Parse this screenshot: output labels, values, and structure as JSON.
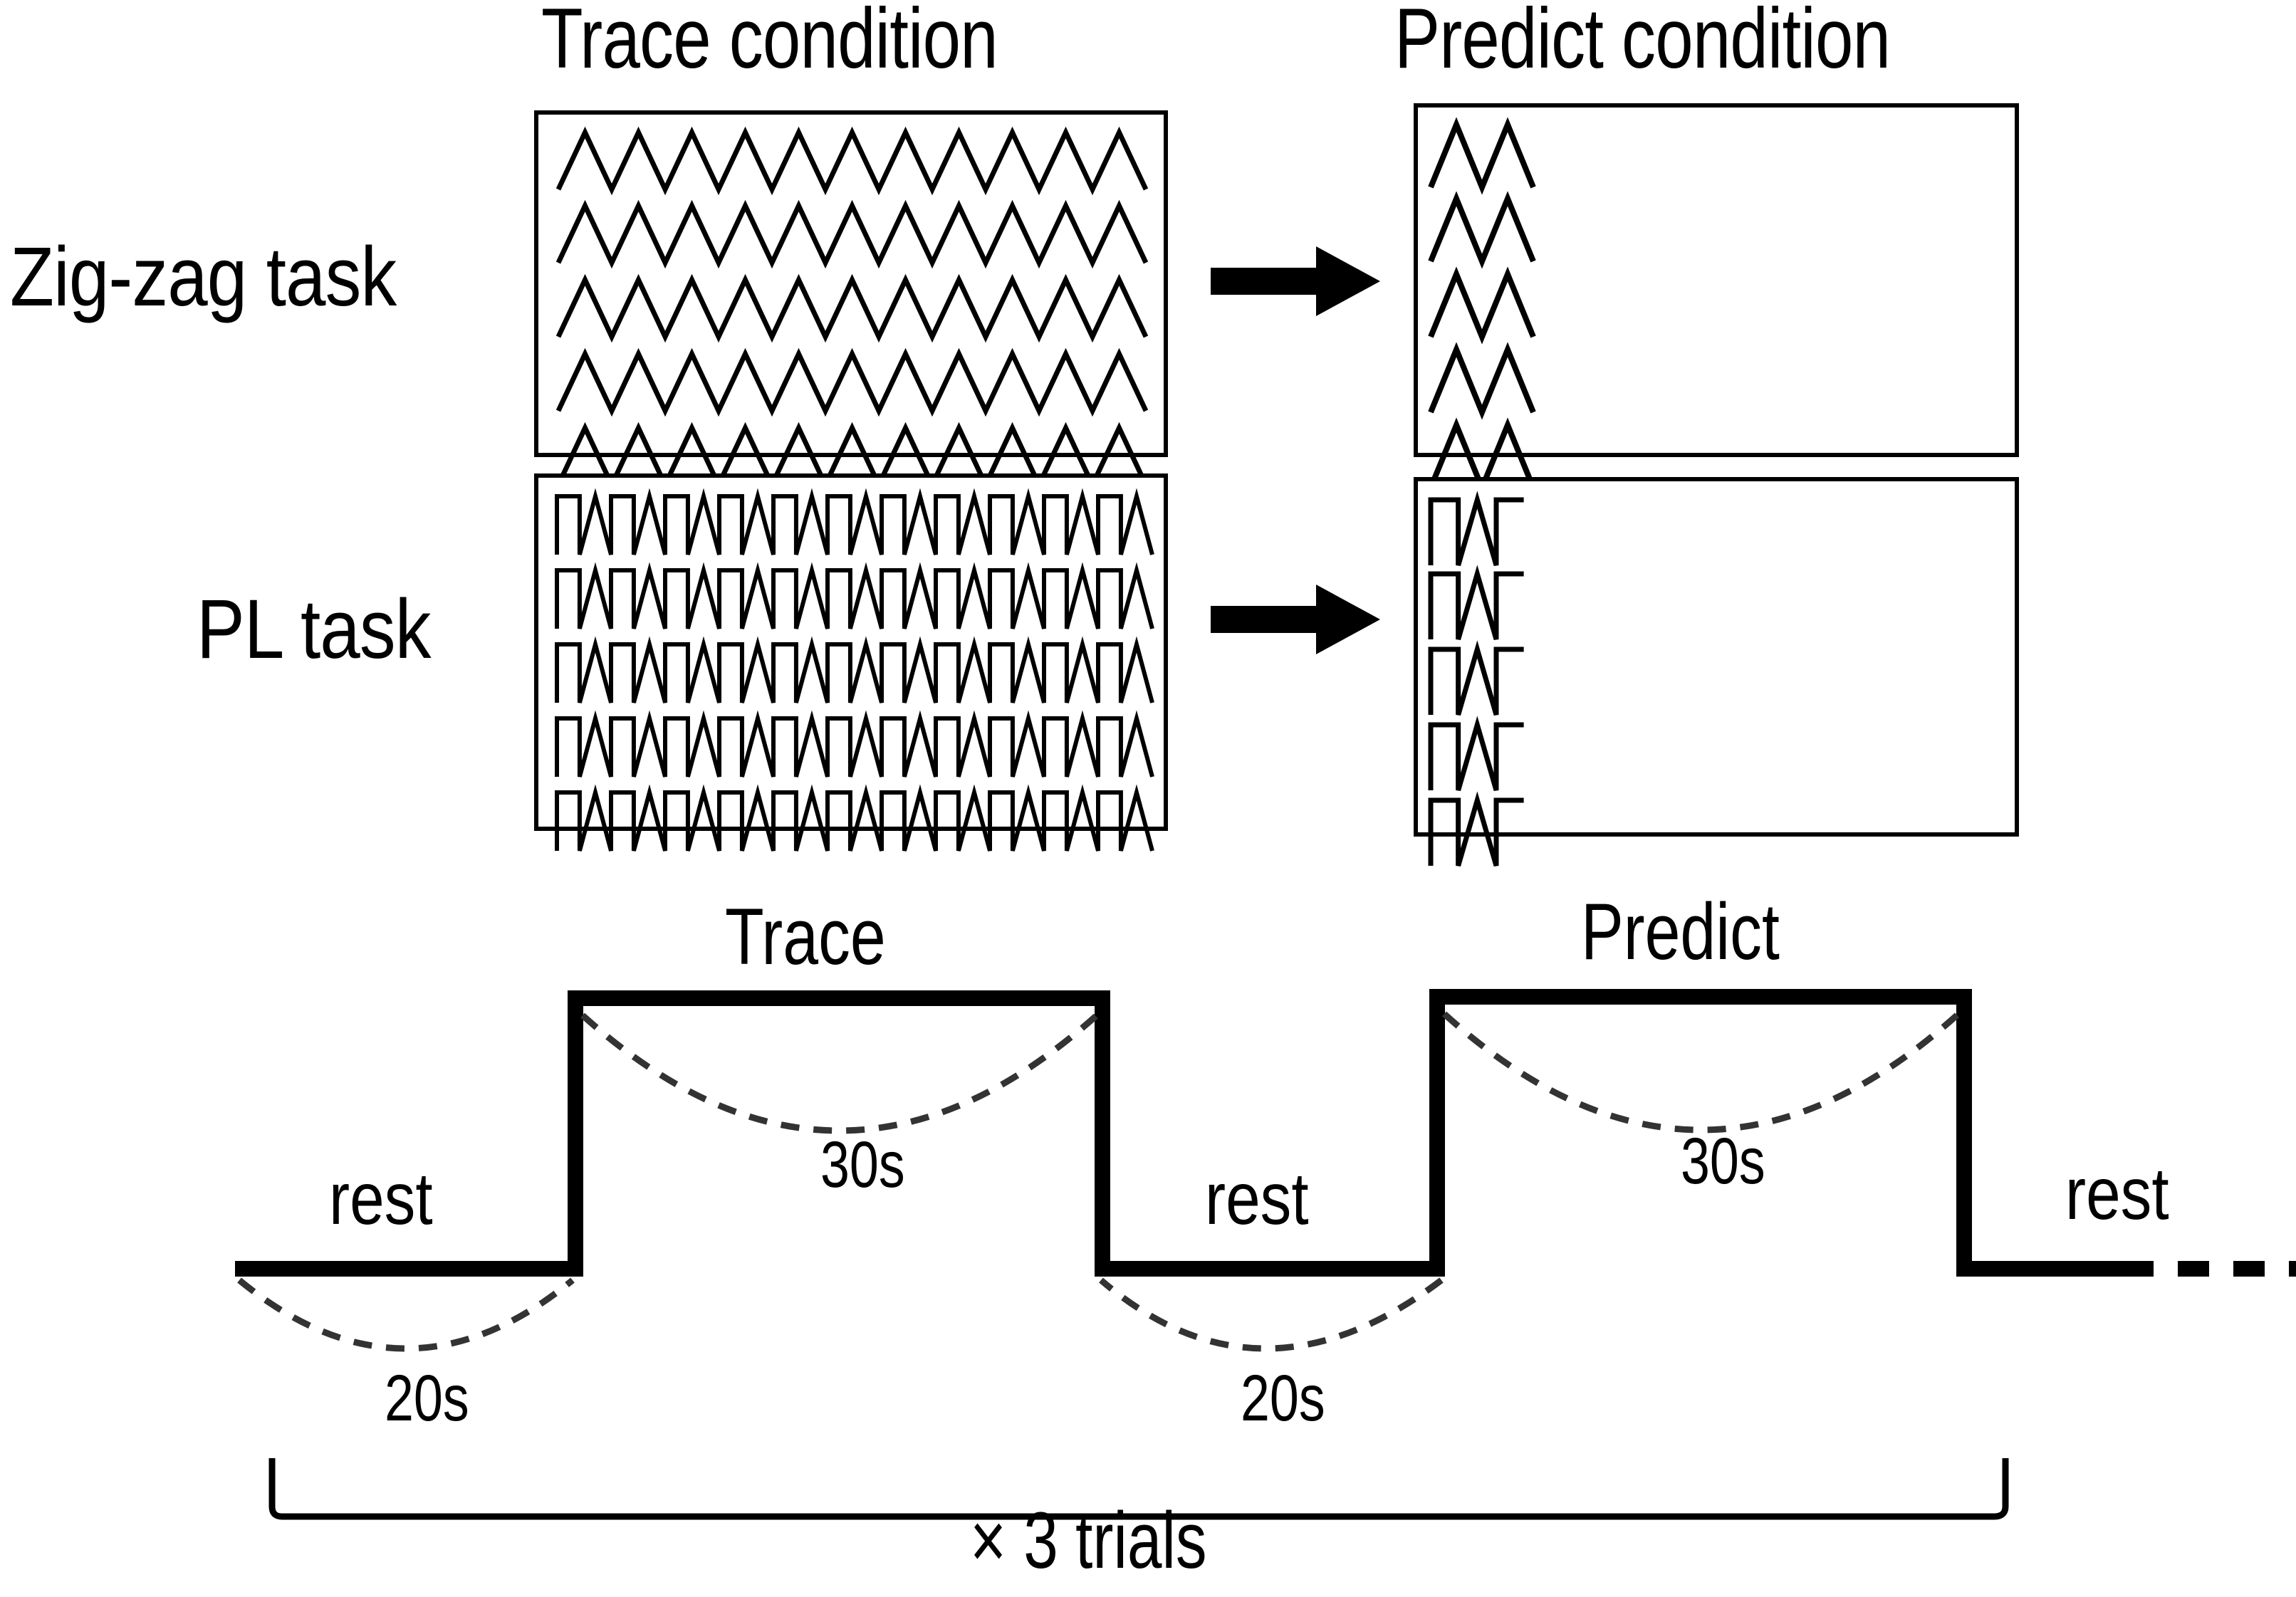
{
  "figure": {
    "kind": "experimental-paradigm-diagram",
    "background": "#ffffff",
    "ink": "#000000"
  },
  "column_headers": {
    "trace": "Trace condition",
    "predict": "Predict condition"
  },
  "row_labels": {
    "zigzag": "Zig-zag task",
    "pl": "PL task"
  },
  "arrows": {
    "zigzag_arrow": "arrow-right",
    "pl_arrow": "arrow-right"
  },
  "stimuli": {
    "zigzag_trace": {
      "shape": "zigzag",
      "rows": 5,
      "peaks_per_row": 11,
      "description": "full-width continuous zig-zag lines to trace"
    },
    "zigzag_predict": {
      "shape": "zigzag",
      "rows": 5,
      "peaks_per_row": 2,
      "description": "short zig-zag cue; remainder to be predicted"
    },
    "pl_trace": {
      "shape": "pl-wave",
      "rows": 5,
      "units_per_row": 11,
      "description": "full-width alternating square-and-triangle (PL) lines to trace"
    },
    "pl_predict": {
      "shape": "pl-wave",
      "rows": 5,
      "units_per_row": 2,
      "description": "short PL cue; remainder to be predicted"
    }
  },
  "timeline": {
    "blocks": [
      {
        "name": "rest-1",
        "label": "rest",
        "duration": "20s",
        "level": "low"
      },
      {
        "name": "trace",
        "label": "Trace",
        "duration": "30s",
        "level": "high"
      },
      {
        "name": "rest-2",
        "label": "rest",
        "duration": "20s",
        "level": "low"
      },
      {
        "name": "predict",
        "label": "Predict",
        "duration": "30s",
        "level": "high"
      },
      {
        "name": "rest-3",
        "label": "rest",
        "duration": "",
        "level": "low"
      }
    ],
    "durations": {
      "rest": "20s",
      "task": "30s"
    },
    "repeat_label": "× 3 trials",
    "continuation": "dashed"
  }
}
